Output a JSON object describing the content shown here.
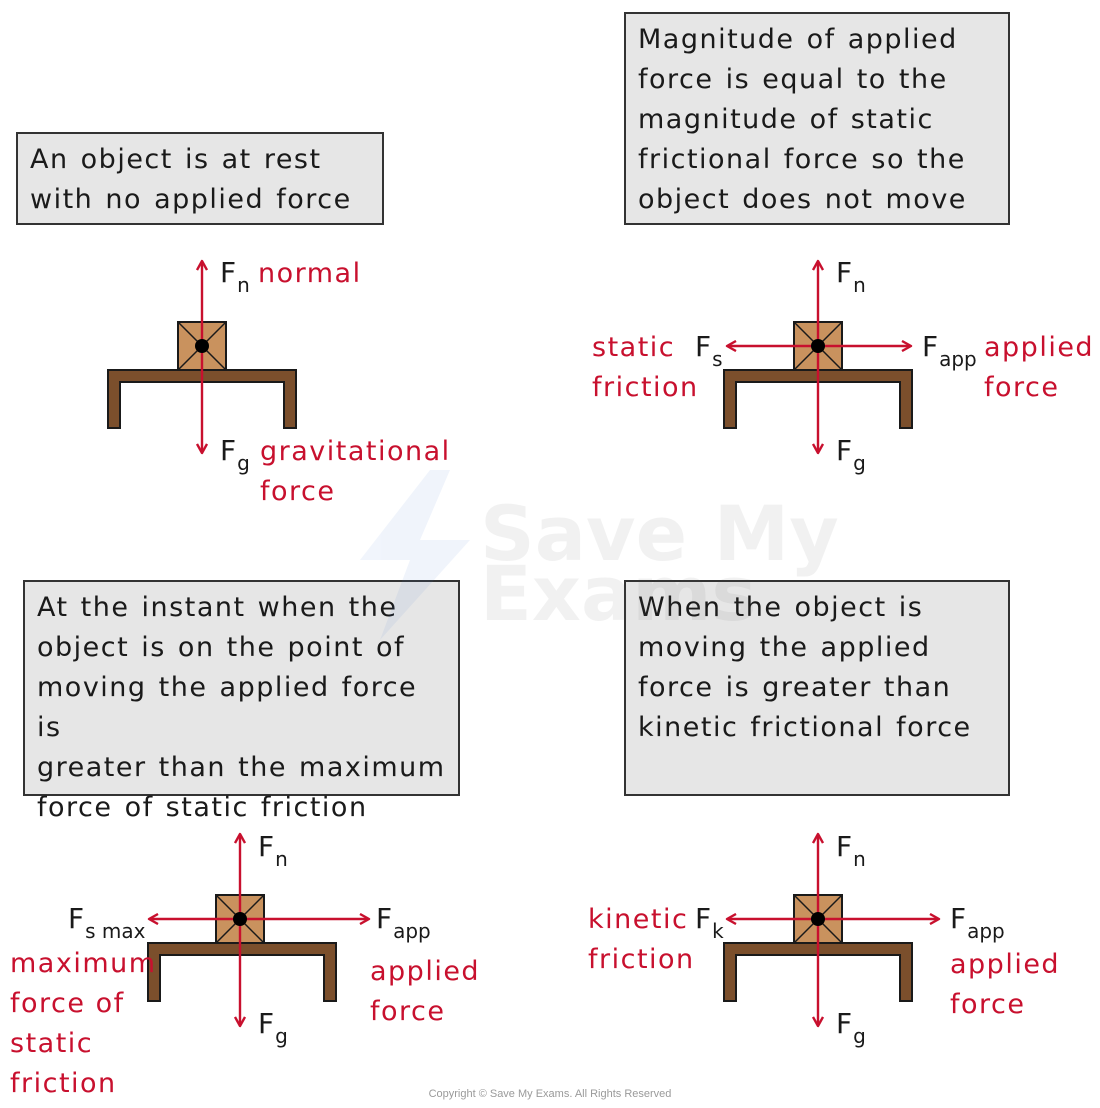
{
  "colors": {
    "force_arrow": "#c8102e",
    "label_red": "#c8102e",
    "table": "#7b4f2c",
    "box": "#c9925e",
    "caption_bg": "#e6e6e6"
  },
  "panels": [
    {
      "caption": "An object is at rest\nwith no applied force",
      "forces": {
        "up": {
          "symbol": "F",
          "sub": "n",
          "name": "normal"
        },
        "down": {
          "symbol": "F",
          "sub": "g",
          "name": "gravitational\nforce"
        }
      }
    },
    {
      "caption": "Magnitude of applied\nforce is equal to the\nmagnitude of static\nfrictional force so the\nobject does not move",
      "forces": {
        "up": {
          "symbol": "F",
          "sub": "n",
          "name": ""
        },
        "down": {
          "symbol": "F",
          "sub": "g",
          "name": ""
        },
        "left": {
          "symbol": "F",
          "sub": "s",
          "name": "static\nfriction"
        },
        "right": {
          "symbol": "F",
          "sub": "app",
          "name": "applied\nforce"
        }
      }
    },
    {
      "caption": "At the instant when the\nobject is on the point of\nmoving the applied force is\ngreater than the maximum\nforce of static friction",
      "forces": {
        "up": {
          "symbol": "F",
          "sub": "n",
          "name": ""
        },
        "down": {
          "symbol": "F",
          "sub": "g",
          "name": ""
        },
        "left": {
          "symbol": "F",
          "sub": "s max",
          "name": "maximum\nforce of\nstatic\nfriction"
        },
        "right": {
          "symbol": "F",
          "sub": "app",
          "name": "applied\nforce"
        }
      }
    },
    {
      "caption": "When the object is\nmoving the applied\nforce is greater than\nkinetic frictional force",
      "forces": {
        "up": {
          "symbol": "F",
          "sub": "n",
          "name": ""
        },
        "down": {
          "symbol": "F",
          "sub": "g",
          "name": ""
        },
        "left": {
          "symbol": "F",
          "sub": "k",
          "name": "kinetic\nfriction"
        },
        "right": {
          "symbol": "F",
          "sub": "app",
          "name": "applied\nforce"
        }
      }
    }
  ],
  "watermark": "Save My\nExams",
  "copyright": "Copyright © Save My Exams. All Rights Reserved"
}
